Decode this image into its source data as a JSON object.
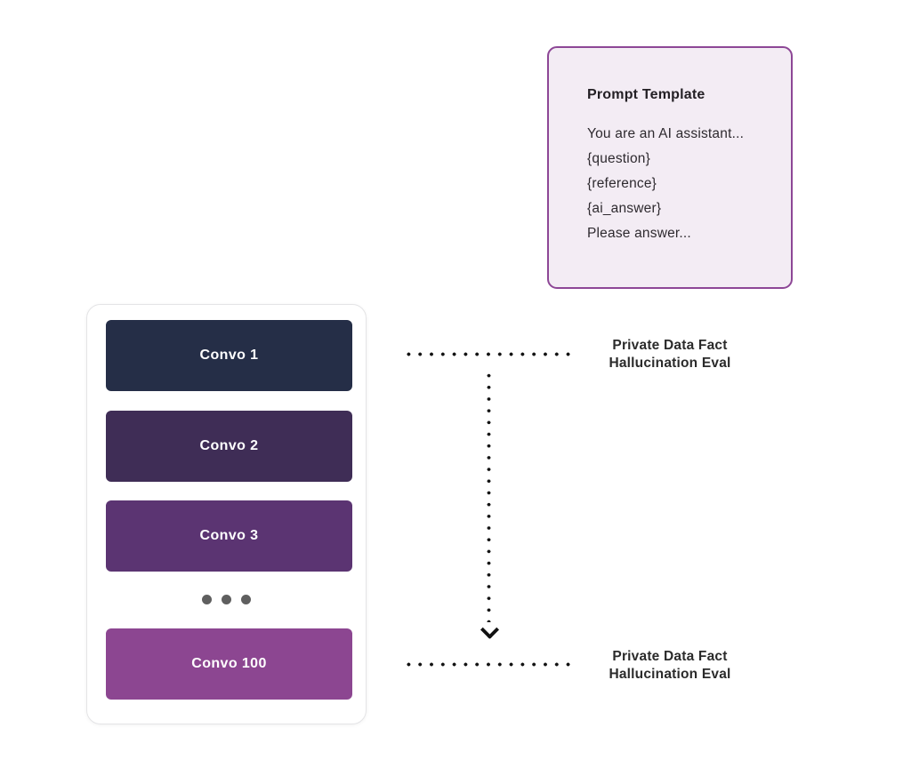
{
  "diagram": {
    "prompt_template": {
      "title": "Prompt Template",
      "lines": [
        "You are an AI assistant...",
        "{question}",
        "{reference}",
        "{ai_answer}",
        "Please answer..."
      ],
      "background": "#f3ecf4",
      "border_color": "#8d4796"
    },
    "convo_stack": {
      "items": [
        {
          "label": "Convo 1",
          "color": "#252e47"
        },
        {
          "label": "Convo 2",
          "color": "#3f2d56"
        },
        {
          "label": "Convo 3",
          "color": "#5b3472"
        },
        {
          "label": "Convo 100",
          "color": "#8c4691"
        }
      ],
      "ellipsis_dot_color": "#5f5f5f"
    },
    "connections": {
      "line_color": "#131313",
      "top_label": {
        "line1": "Private Data Fact",
        "line2": "Hallucination Eval"
      },
      "bottom_label": {
        "line1": "Private Data Fact",
        "line2": "Hallucination Eval"
      }
    }
  }
}
